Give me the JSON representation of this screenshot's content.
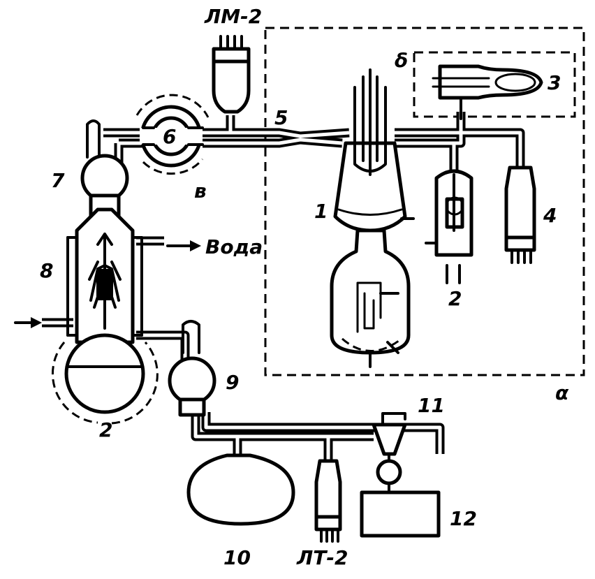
{
  "labels": {
    "lm2": "ЛМ-2",
    "lt2": "ЛТ-2",
    "voda": "Вода",
    "n1": "1",
    "n2_right": "2",
    "n2_left": "2",
    "n3": "3",
    "n4": "4",
    "n5": "5",
    "n6": "6",
    "n7": "7",
    "n8": "8",
    "n9": "9",
    "n10": "10",
    "n11": "11",
    "n12": "12",
    "b_greek": "в",
    "delta": "δ",
    "alpha": "α"
  }
}
